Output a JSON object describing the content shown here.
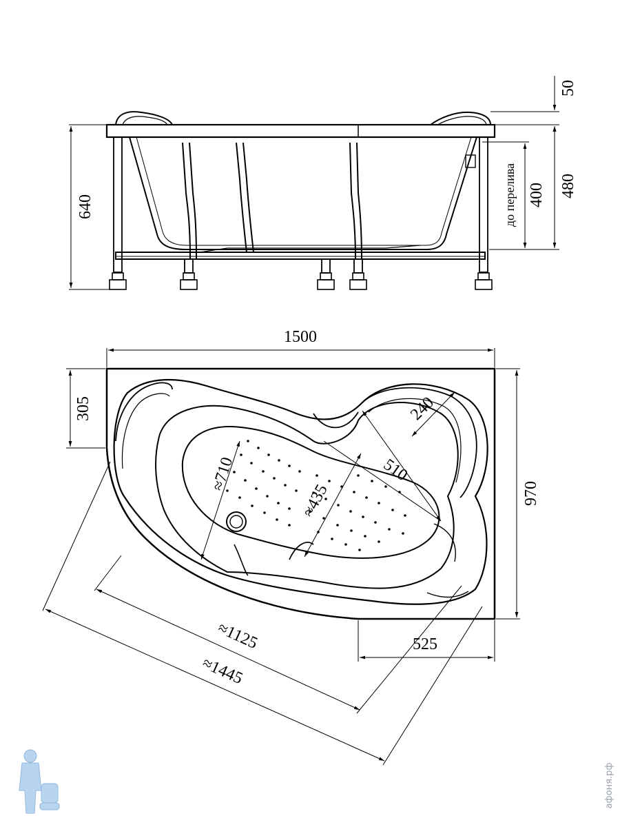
{
  "side_view": {
    "height_total": "640",
    "top_offset": "50",
    "height_to_rim": "480",
    "overflow_height": "400",
    "overflow_label": "до перелива"
  },
  "top_view": {
    "width": "1500",
    "depth": "970",
    "corner_offset": "305",
    "corner_right": "525",
    "headrest_width": "240",
    "inner_length": "510",
    "bowl_length": "≈710",
    "bowl_width": "≈435",
    "diag_inner": "≈1125",
    "diag_outer": "≈1445"
  },
  "watermark": {
    "site": "афоня.рф",
    "logo": "plumber-logo"
  }
}
